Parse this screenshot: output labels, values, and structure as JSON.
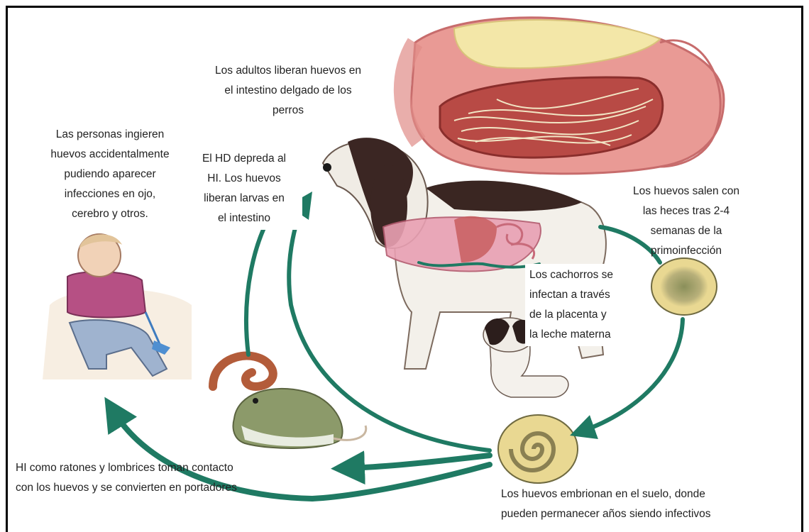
{
  "captions": {
    "adults": "Los adultos liberan huevos en\nel intestino delgado de los\nperros",
    "people": "Las personas ingieren\nhuevos accidentalmente\npudiendo aparecer\ninfecciones en ojo,\ncerebro y otros.",
    "hd": "El HD depreda al\nHI. Los huevos\nliberan larvas en\nel intestino",
    "eggs_out": "Los huevos salen con\nlas heces tras 2-4\nsemanas de la\nprimoinfección",
    "puppies": "Los cachorros se\ninfectan a través\nde la placenta y\nla leche materna",
    "hi": "HI como ratones y lombrices toman contacto\ncon los huevos y se convierten en portadores",
    "embryonate": "Los huevos embrionan en el suelo, donde\npueden permanecer años siendo infectivos"
  },
  "colors": {
    "arrow": "#1f7a63",
    "intestine": "#e58a8a",
    "worm": "#efe2c0"
  }
}
